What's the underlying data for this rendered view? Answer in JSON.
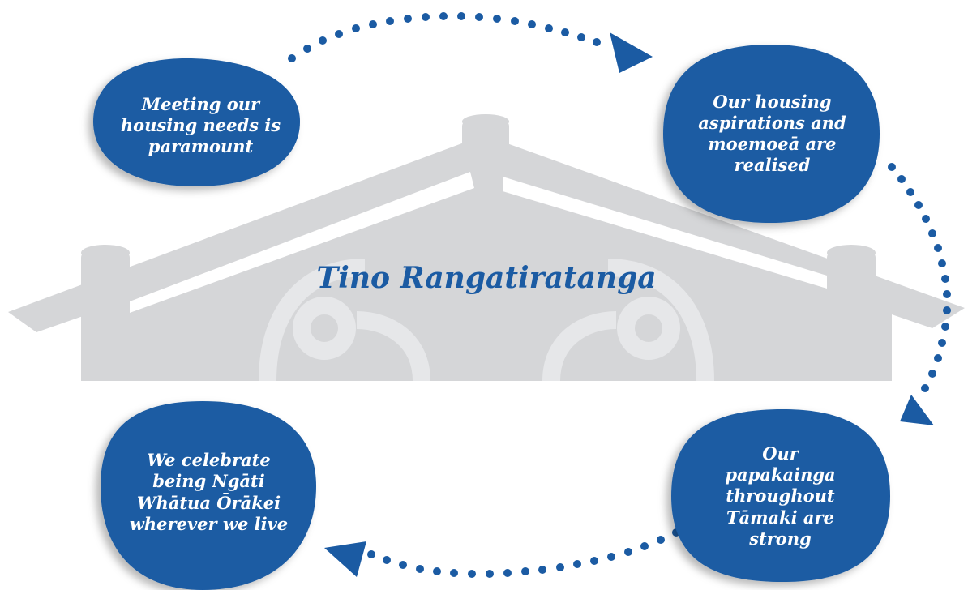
{
  "title": "Tino Rangatiratanga",
  "bubbles": {
    "top_left": "Meeting our\nhousing needs is\nparamount",
    "top_right": "Our housing\naspirations and\nmoemoeā are\nrealised",
    "bottom_right": "Our\npapakainga\nthroughout\nTāmaki are\nstrong",
    "bottom_left": "We celebrate\nbeing Ngāti\nWhātua Ōrākei\nwherever we live"
  },
  "colors": {
    "bubble": "#1b5ba3",
    "house": "#d5d6d8",
    "motif": "#e6e7e9",
    "dots": "#1b5ba3"
  },
  "icons": {
    "house": "wharenui-roof-icon",
    "motif": "koru-motif-icon",
    "arrows": "cycle-arrow-icon"
  }
}
